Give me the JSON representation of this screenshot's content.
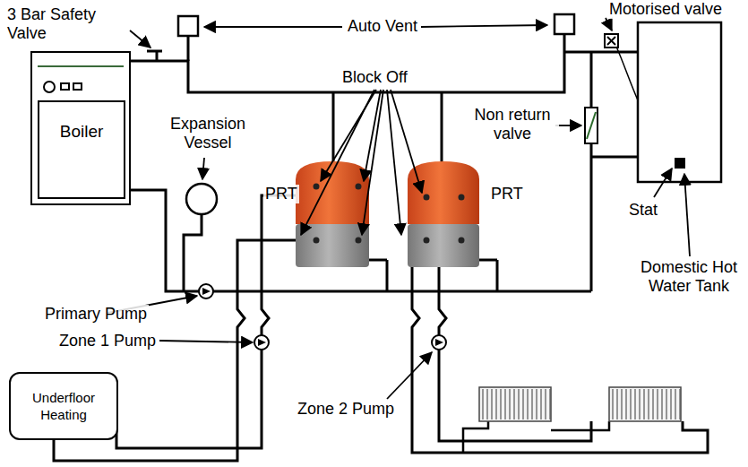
{
  "diagram": {
    "nodes": [
      {
        "text": [
          "Boiler"
        ]
      },
      {
        "text": [
          "Underfloor Heating"
        ]
      }
    ],
    "labels": [
      "3 Bar Safety Valve",
      "Auto Vent",
      "Motorised valve",
      "Expansion Vessel",
      "Block Off",
      "Non return valve",
      "PRT",
      "PRT",
      "Stat",
      "Domestic Hot Water Tank",
      "Primary Pump",
      "Zone 1 Pump",
      "Zone 2 Pump"
    ]
  }
}
